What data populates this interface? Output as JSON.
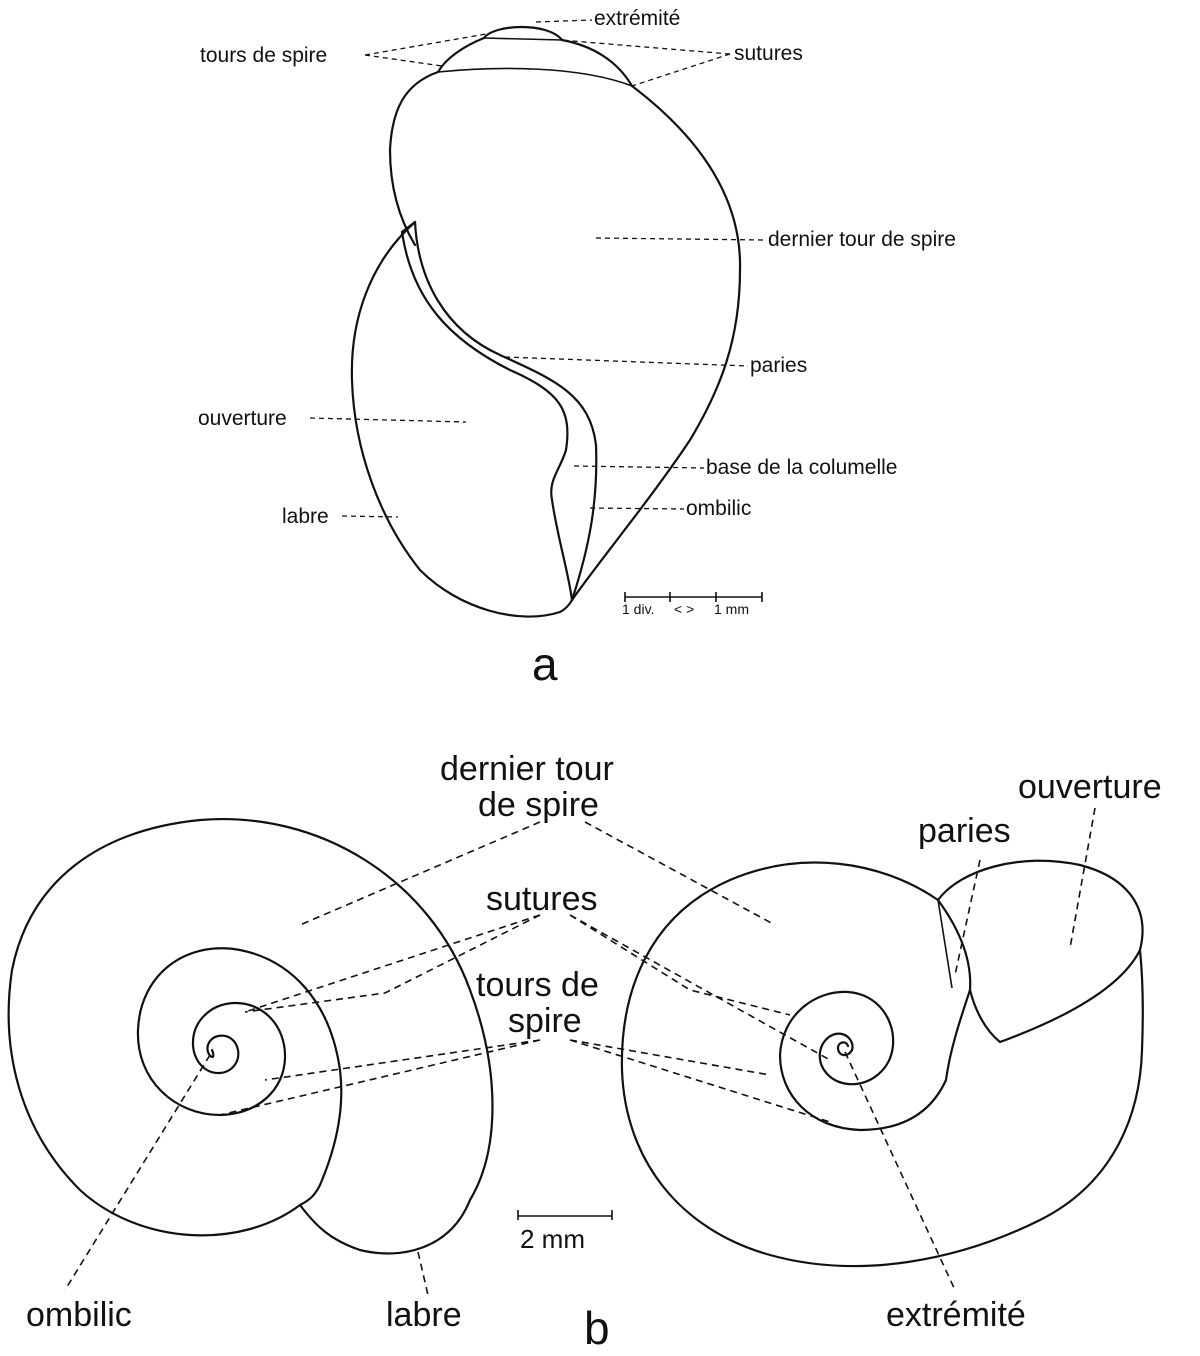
{
  "panel_a": {
    "letter": "a",
    "labels": {
      "extremite": "extrémité",
      "tours_de_spire": "tours de spire",
      "sutures": "sutures",
      "dernier_tour": "dernier tour de spire",
      "paries": "paries",
      "ouverture": "ouverture",
      "base_columelle": "base de la columelle",
      "labre": "labre",
      "ombilic": "ombilic"
    },
    "scale": {
      "left": "1 div.",
      "arrows": "< >",
      "right": "1 mm"
    }
  },
  "panel_b": {
    "letter": "b",
    "labels": {
      "dernier_tour_line1": "dernier tour",
      "dernier_tour_line2": "de spire",
      "sutures": "sutures",
      "tours_line1": "tours de",
      "tours_line2": "spire",
      "ouverture": "ouverture",
      "paries": "paries",
      "ombilic": "ombilic",
      "labre": "labre",
      "extremite": "extrémité"
    },
    "scale": {
      "label": "2 mm"
    }
  }
}
